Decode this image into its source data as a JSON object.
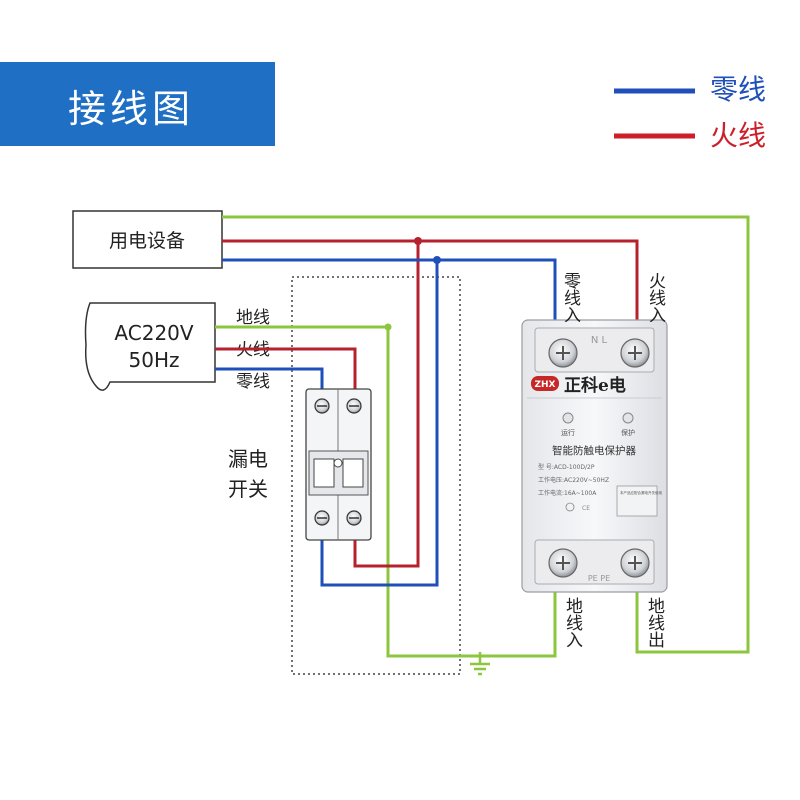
{
  "title": "接线图",
  "legend": [
    {
      "label": "零线",
      "color": "#1f4fb8"
    },
    {
      "label": "火线",
      "color": "#cc1f2a"
    }
  ],
  "colors": {
    "neutral": "#1f4fb8",
    "live": "#b5222d",
    "ground": "#8cc63f",
    "header": "#1f6fc4"
  },
  "equipment_label": "用电设备",
  "source": {
    "line1": "AC220V",
    "line2": "50Hz"
  },
  "source_wires": {
    "ground": "地线",
    "live": "火线",
    "neutral": "零线"
  },
  "rcd_label": {
    "line1": "漏电",
    "line2": "开关"
  },
  "protector": {
    "brand_badge": "ZHX",
    "brand_name": "正科e电",
    "terminal_top": "N  L",
    "terminal_bottom": "PE  PE",
    "indicator_run": "运行",
    "indicator_protect": "保护",
    "product_name": "智能防触电保护器",
    "spec_model": "型    号:ACD-100D/2P",
    "spec_voltage": "工作电压:AC220V~50HZ",
    "spec_current": "工作电流:16A~100A",
    "warning_text": "本产品应配合漏电开关使用"
  },
  "terminal_labels": {
    "neutral_in": "零线入",
    "live_in": "火线入",
    "ground_in": "地线入",
    "ground_out": "地线出"
  }
}
